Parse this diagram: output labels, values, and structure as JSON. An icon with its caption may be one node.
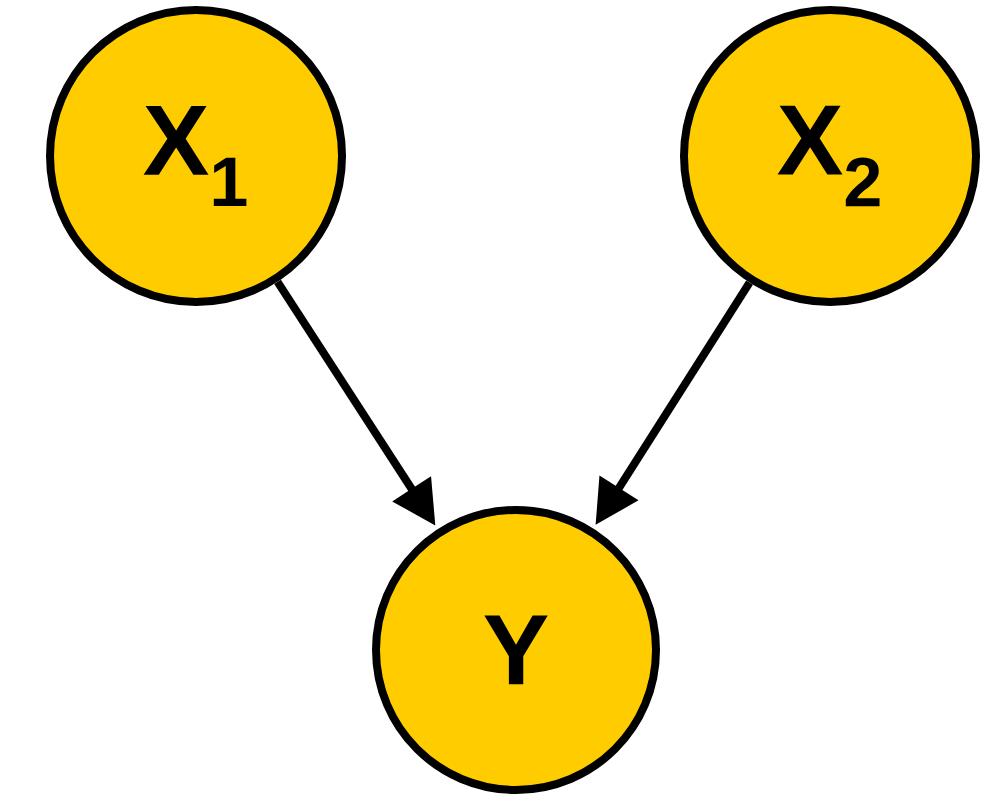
{
  "diagram": {
    "nodes": [
      {
        "text": [
          "X$_{1}$"
        ]
      },
      {
        "text": [
          "X$_{2}$"
        ]
      },
      {
        "text": [
          "Y"
        ]
      }
    ],
    "edges": [
      {
        "from": 0,
        "to": 2,
        "arrow": "to"
      },
      {
        "from": 1,
        "to": 2,
        "arrow": "to"
      }
    ]
  }
}
